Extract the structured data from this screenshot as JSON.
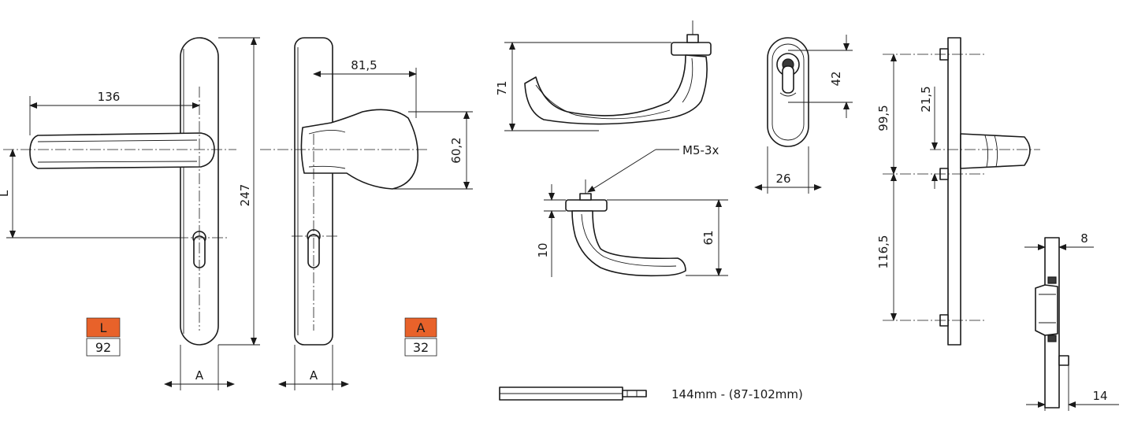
{
  "colors": {
    "line": "#1a1a1a",
    "badge": "#e8622a",
    "background": "#ffffff"
  },
  "dimensions": {
    "lever_length": "136",
    "plate_length": "247",
    "L": "L",
    "A_front": "A",
    "A_side": "A",
    "knob_projection": "81,5",
    "knob_height": "60,2",
    "lever_height_71": "71",
    "thread": "M5-3x",
    "height_10": "10",
    "height_61": "61",
    "rose_width": "26",
    "rose_height": "42",
    "dist_99_5": "99,5",
    "dist_21_5": "21,5",
    "dist_116_5": "116,5",
    "thickness_8": "8",
    "thickness_14": "14"
  },
  "badges": {
    "L": {
      "label": "L",
      "value": "92"
    },
    "A": {
      "label": "A",
      "value": "32"
    }
  },
  "spindle": {
    "caption": "144mm - (87-102mm)"
  }
}
